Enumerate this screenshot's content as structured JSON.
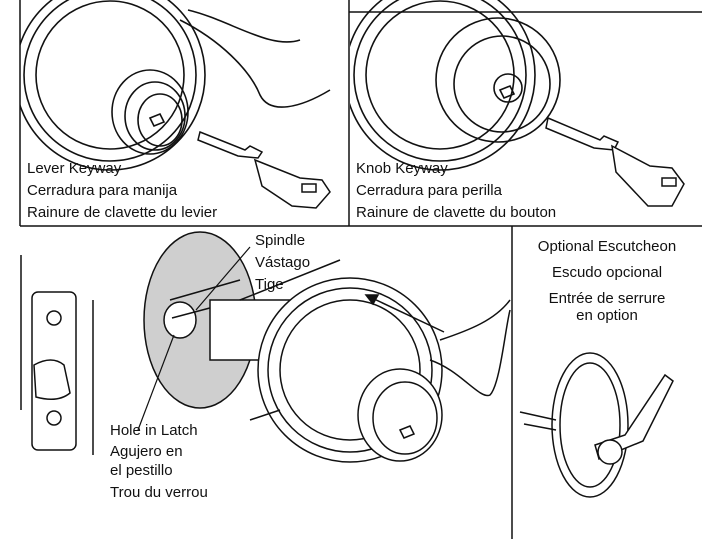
{
  "panels": {
    "lever": {
      "lines": [
        "Lever Keyway",
        "Cerradura para manija",
        "Rainure de clavette du levier"
      ]
    },
    "knob": {
      "lines": [
        "Knob Keyway",
        "Cerradura para perilla",
        "Rainure de clavette du bouton"
      ]
    },
    "spindle": {
      "lines": [
        "Spindle",
        "Vástago",
        "Tige"
      ]
    },
    "hole": {
      "lines": [
        "Hole in Latch",
        "Agujero en",
        "el pestillo",
        "Trou du verrou"
      ]
    },
    "escutcheon": {
      "lines": [
        "Optional Escutcheon",
        "Escudo opcional",
        "Entrée de serrure",
        "en option"
      ]
    }
  }
}
